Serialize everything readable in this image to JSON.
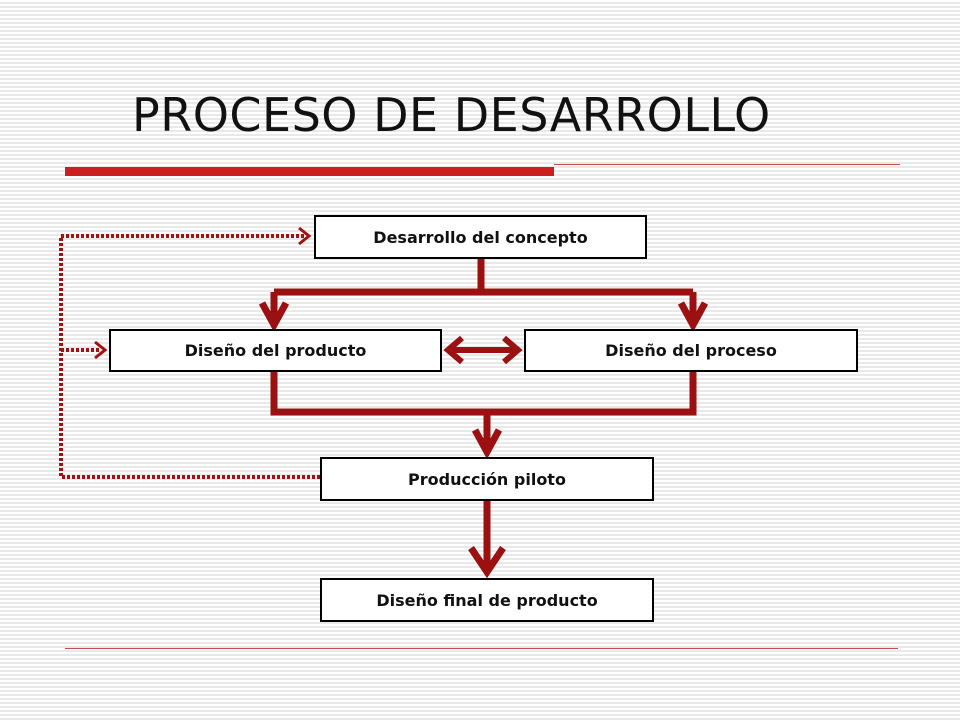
{
  "title": "PROCESO DE DESARROLLO",
  "colors": {
    "accent": "#a11212",
    "arrow": "#9b1010",
    "title_rule": "#c0504d"
  },
  "nodes": {
    "concept": "Desarrollo del concepto",
    "product_design": "Diseño del producto",
    "process_design": "Diseño del proceso",
    "pilot": "Producción piloto",
    "final": "Diseño final de producto"
  }
}
